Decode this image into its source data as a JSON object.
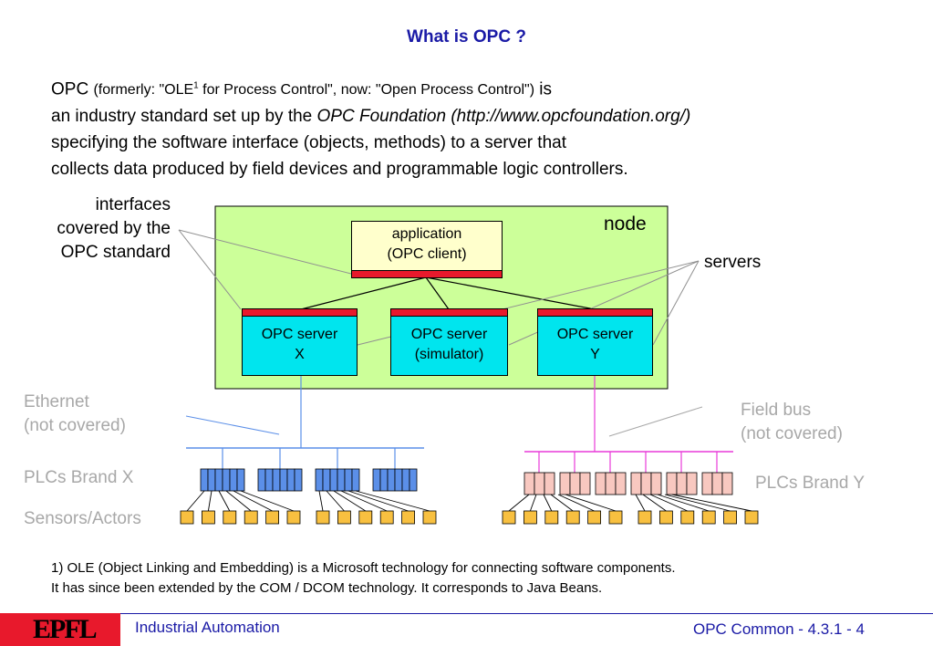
{
  "title": "What is OPC ?",
  "intro": {
    "opc": "OPC",
    "formerly": "(formerly: \"OLE",
    "sup": "1",
    "formerly_rest": " for Process Control\", now: \"Open Process Control\")",
    "is": " is",
    "line2a": "an industry standard set up by the ",
    "line2b": "OPC Foundation (http://www.opcfoundation.org/)",
    "line3": "specifying the software interface (objects, methods) to a server that",
    "line4": "collects data produced by field devices and programmable logic controllers."
  },
  "diagram": {
    "node_label": "node",
    "app_line1": "application",
    "app_line2": "(OPC client)",
    "servers": [
      {
        "line1": "OPC server",
        "line2": "X"
      },
      {
        "line1": "OPC server",
        "line2": "(simulator)"
      },
      {
        "line1": "OPC server",
        "line2": "Y"
      }
    ],
    "interfaces_label": [
      "interfaces",
      "covered by the",
      "OPC standard"
    ],
    "servers_label": "servers",
    "ethernet_label": [
      "Ethernet",
      "(not covered)"
    ],
    "fieldbus_label": [
      "Field bus",
      "(not covered)"
    ],
    "plcs_x_label": "PLCs Brand X",
    "plcs_y_label": "PLCs Brand Y",
    "sensors_label": "Sensors/Actors",
    "colors": {
      "node_fill": "#ccff99",
      "app_fill": "#ffffcc",
      "server_fill": "#00e5ee",
      "interface_bar": "#e8192c",
      "ethernet": "#5b8fe8",
      "fieldbus": "#e83ad8",
      "plc_x": "#5b8fe8",
      "plc_y": "#f8c8c0",
      "sensor": "#f8c040"
    }
  },
  "footnote": [
    "1) OLE (Object Linking and Embedding) is a Microsoft technology for connecting software components.",
    "It has since been extended by the COM / DCOM technology. It corresponds to Java Beans."
  ],
  "footer": {
    "logo": "EPFL",
    "left": "Industrial Automation",
    "right": "OPC Common - 4.3.1 - 4"
  }
}
